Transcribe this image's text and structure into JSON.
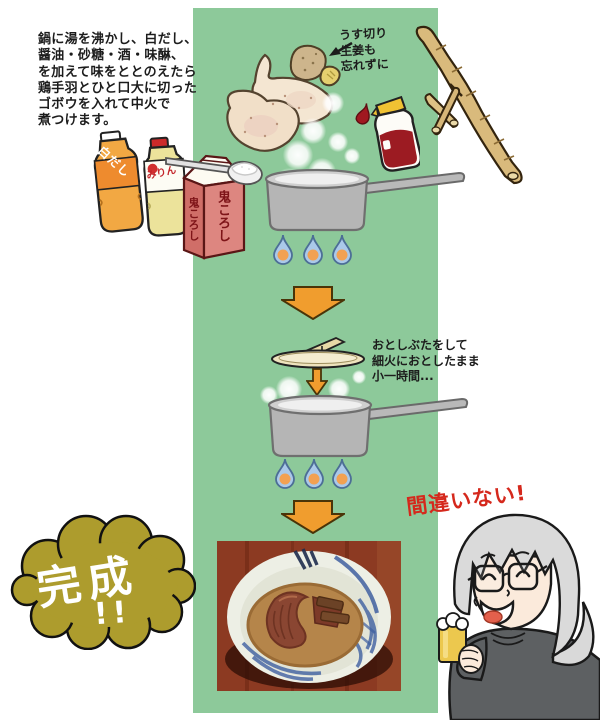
{
  "scene_title": "手羽とゴボウの煮つけ手順イラスト",
  "notes": {
    "recipe": "鍋に湯を沸かし、白だし、\n醤油・砂糖・酒・味醂、\nを加えて味をととのえたら\n鶏手羽とひと口大に切った\nゴボウを入れて中火で\n煮つけます。",
    "ginger": "うす切り\n生姜も\n忘れずに",
    "lid": "おとしぶたをして\n細火におとしたまま\n小一時間...",
    "praise": "間違いない!"
  },
  "finish_bubble": {
    "word": "完成",
    "exclaim": "!!"
  },
  "labels": {
    "shirodashi": "白だし",
    "mirin": "みりん",
    "sake": "鬼ころし"
  },
  "colors": {
    "band_green": "#8dc99a",
    "arrow_orange": "#f09d2e",
    "bubble_olive": "#ad9c2d",
    "pot_gray": "#b5b5b5",
    "flame_blue": "#aac9e9",
    "flame_orange": "#f2a152",
    "praise_red": "#d5281c",
    "sake_carton_pink": "#d97a74",
    "soy_red": "#9c1b22",
    "shirodashi_orange": "#f2a843",
    "mirin_yellow": "#ece39b"
  }
}
